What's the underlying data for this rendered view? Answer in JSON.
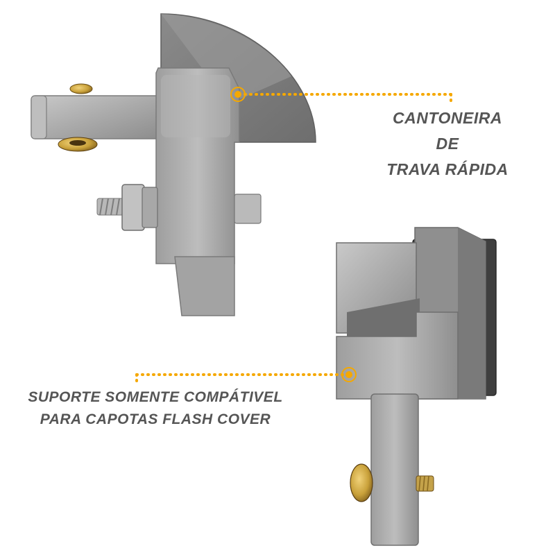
{
  "callouts": [
    {
      "lines": [
        "CANTONEIRA",
        "DE",
        "TRAVA RÁPIDA"
      ],
      "dot_color": "#f5a800"
    },
    {
      "lines": [
        "SUPORTE SOMENTE COMPÁTIVEL",
        "PARA CAPOTAS FLASH COVER"
      ],
      "dot_color": "#f5a800"
    }
  ],
  "colors": {
    "background": "#ffffff",
    "metal": "#a9a9a9",
    "text": "#555555",
    "accent": "#f5a800",
    "brass": "#c9a13a"
  }
}
